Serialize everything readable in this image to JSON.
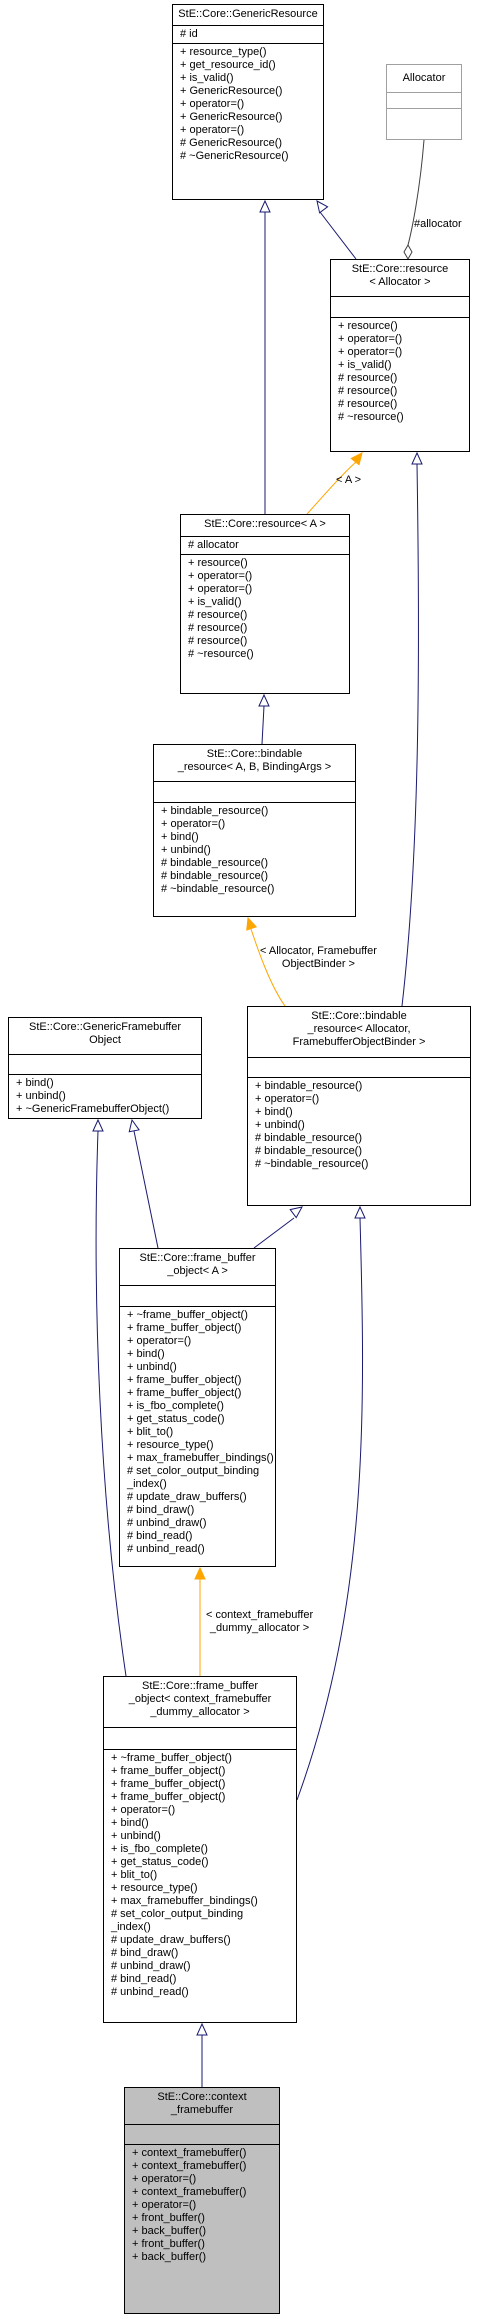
{
  "classes": [
    {
      "id": "c1",
      "title": [
        "StE::Core::GenericResource"
      ],
      "attrs": [
        "# id"
      ],
      "methods": [
        "+ resource_type()",
        "+ get_resource_id()",
        "+ is_valid()",
        "+ GenericResource()",
        "+ operator=()",
        "+ GenericResource()",
        "+ operator=()",
        "# GenericResource()",
        "# ~GenericResource()"
      ]
    },
    {
      "id": "c2",
      "title": [
        "Allocator"
      ],
      "attrs": [],
      "methods": []
    },
    {
      "id": "c3",
      "title": [
        "StE::Core::resource",
        "< Allocator >"
      ],
      "attrs": [],
      "methods": [
        "+ resource()",
        "+ operator=()",
        "+ operator=()",
        "+ is_valid()",
        "# resource()",
        "# resource()",
        "# resource()",
        "# ~resource()"
      ]
    },
    {
      "id": "c4",
      "title": [
        "StE::Core::resource< A >"
      ],
      "attrs": [
        "# allocator"
      ],
      "methods": [
        "+ resource()",
        "+ operator=()",
        "+ operator=()",
        "+ is_valid()",
        "# resource()",
        "# resource()",
        "# resource()",
        "# ~resource()"
      ]
    },
    {
      "id": "c5",
      "title": [
        "StE::Core::bindable",
        "_resource< A, B, BindingArgs >"
      ],
      "attrs": [],
      "methods": [
        "+ bindable_resource()",
        "+ operator=()",
        "+ bind()",
        "+ unbind()",
        "# bindable_resource()",
        "# bindable_resource()",
        "# ~bindable_resource()"
      ]
    },
    {
      "id": "c6",
      "title": [
        "StE::Core::bindable",
        "_resource< Allocator,",
        "FramebufferObjectBinder >"
      ],
      "attrs": [],
      "methods": [
        "+ bindable_resource()",
        "+ operator=()",
        "+ bind()",
        "+ unbind()",
        "# bindable_resource()",
        "# bindable_resource()",
        "# ~bindable_resource()"
      ]
    },
    {
      "id": "c7",
      "title": [
        "StE::Core::GenericFramebuffer",
        "Object"
      ],
      "attrs": [],
      "methods": [
        "+ bind()",
        "+ unbind()",
        "+ ~GenericFramebufferObject()"
      ]
    },
    {
      "id": "c8",
      "title": [
        "StE::Core::frame_buffer",
        "_object< A >"
      ],
      "attrs": [],
      "methods": [
        "+ ~frame_buffer_object()",
        "+ frame_buffer_object()",
        "+ operator=()",
        "+ bind()",
        "+ unbind()",
        "+ frame_buffer_object()",
        "+ frame_buffer_object()",
        "+ is_fbo_complete()",
        "+ get_status_code()",
        "+ blit_to()",
        "+ resource_type()",
        "+ max_framebuffer_bindings()",
        "# set_color_output_binding",
        "_index()",
        "# update_draw_buffers()",
        "# bind_draw()",
        "# unbind_draw()",
        "# bind_read()",
        "# unbind_read()"
      ]
    },
    {
      "id": "c9",
      "title": [
        "StE::Core::frame_buffer",
        "_object< context_framebuffer",
        "_dummy_allocator >"
      ],
      "attrs": [],
      "methods": [
        "+ ~frame_buffer_object()",
        "+ frame_buffer_object()",
        "+ frame_buffer_object()",
        "+ frame_buffer_object()",
        "+ operator=()",
        "+ bind()",
        "+ unbind()",
        "+ is_fbo_complete()",
        "+ get_status_code()",
        "+ blit_to()",
        "+ resource_type()",
        "+ max_framebuffer_bindings()",
        "# set_color_output_binding",
        "_index()",
        "# update_draw_buffers()",
        "# bind_draw()",
        "# unbind_draw()",
        "# bind_read()",
        "# unbind_read()"
      ]
    },
    {
      "id": "c10",
      "title": [
        "StE::Core::context",
        "_framebuffer"
      ],
      "attrs": [],
      "methods": [
        "+ context_framebuffer()",
        "+ context_framebuffer()",
        "+ operator=()",
        "+ context_framebuffer()",
        "+ operator=()",
        "+ front_buffer()",
        "+ back_buffer()",
        "+ front_buffer()",
        "+ back_buffer()"
      ]
    }
  ],
  "edge_labels": [
    {
      "id": "l1",
      "lines": [
        "#allocator"
      ]
    },
    {
      "id": "l2",
      "lines": [
        "< A >"
      ]
    },
    {
      "id": "l3",
      "lines": [
        "< Allocator, Framebuffer",
        "ObjectBinder >"
      ]
    },
    {
      "id": "l4",
      "lines": [
        "< context_framebuffer",
        "_dummy_allocator >"
      ]
    }
  ],
  "colors": {
    "inherit": "#191970",
    "template": "#ffa500",
    "usage": "#404040",
    "highlight_fill": "#bfbfbf"
  }
}
